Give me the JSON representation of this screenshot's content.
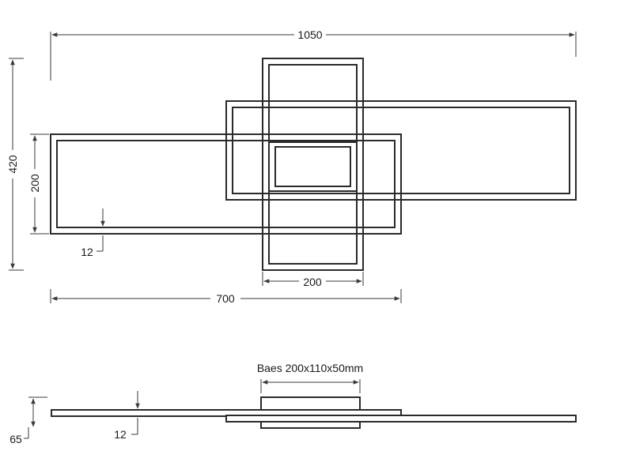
{
  "dimensions": {
    "overall_width": "1050",
    "overall_height": "420",
    "left_frame_height": "200",
    "left_frame_width": "700",
    "vertical_frame_width": "200",
    "frame_profile_top": "12",
    "frame_profile_side": "12",
    "side_height": "65",
    "base_size": "Baes 200x110x50mm"
  },
  "colors": {
    "line": "#2a2a2a",
    "background": "#ffffff"
  }
}
